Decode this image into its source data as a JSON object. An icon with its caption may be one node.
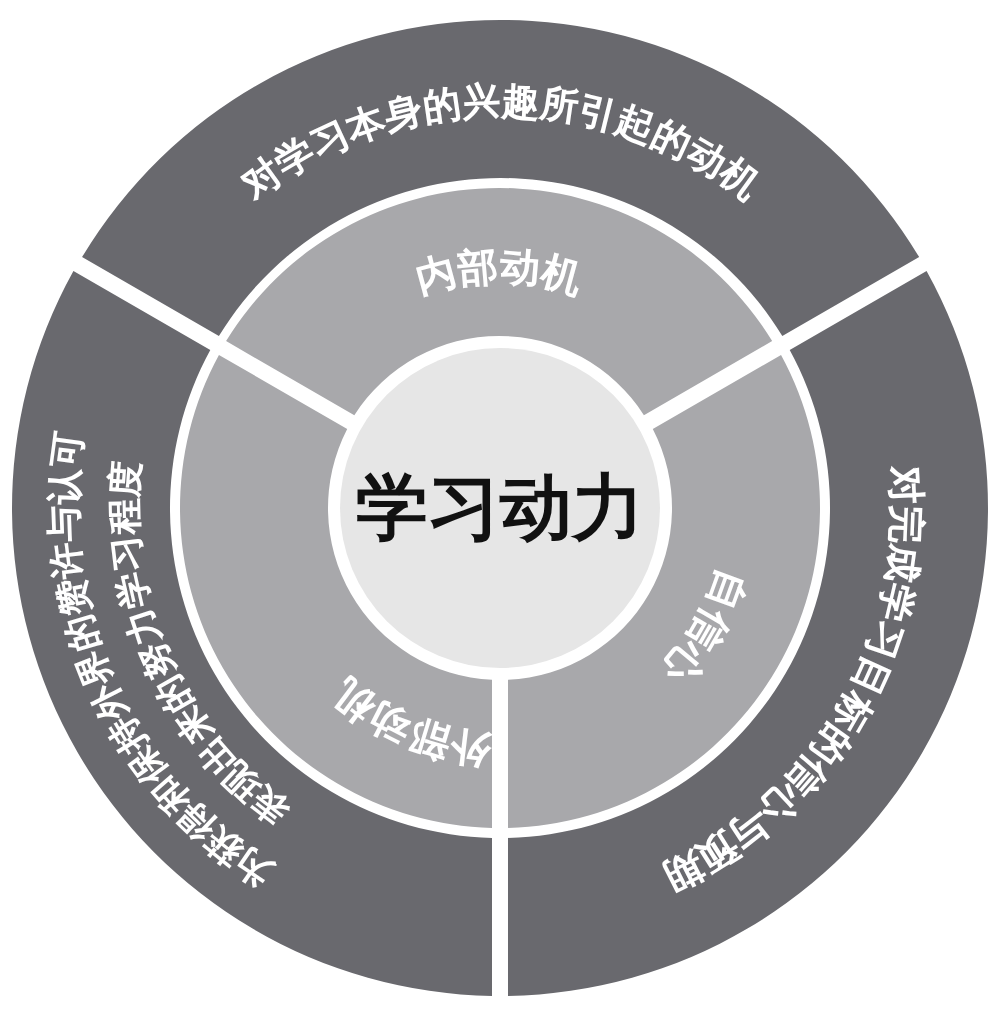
{
  "diagram": {
    "nodes": [
      {
        "text": [
          "对学习本身的兴趣所引起的动机"
        ]
      },
      {
        "text": [
          "内部动机"
        ]
      },
      {
        "text": [
          "学习动力"
        ]
      },
      {
        "text": [
          "外部动机"
        ]
      },
      {
        "text": [
          "自信心"
        ]
      },
      {
        "text": [
          "对完成学习目标的信心与预期"
        ]
      },
      {
        "text": [
          "为获得和保持外界的赞许与认可表现出来的努力学习程度"
        ]
      }
    ]
  }
}
